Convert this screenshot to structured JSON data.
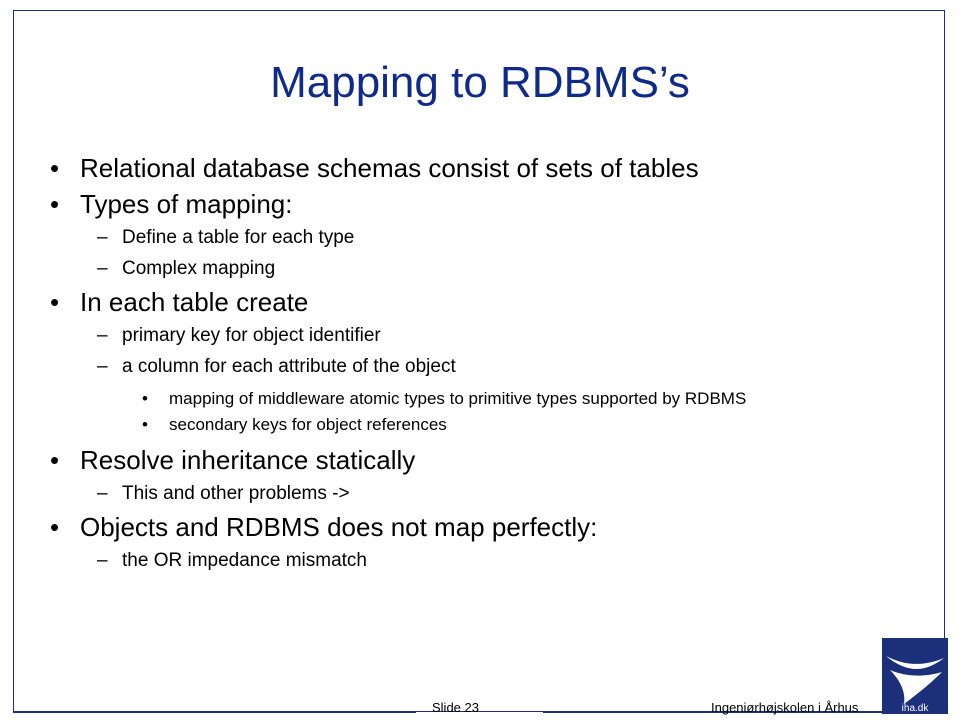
{
  "slide": {
    "title": "Mapping to RDBMS’s",
    "bullet_glyph": "•",
    "dash_glyph": "–",
    "items": [
      {
        "level": 1,
        "text": "Relational database schemas consist of sets of tables"
      },
      {
        "level": 1,
        "text": "Types of mapping:"
      },
      {
        "level": 2,
        "text": "Define a table for each type"
      },
      {
        "level": 2,
        "text": "Complex mapping"
      },
      {
        "level": 1,
        "text": "In each table create"
      },
      {
        "level": 2,
        "text": "primary key for object identifier"
      },
      {
        "level": 2,
        "text": "a column for each attribute of the object"
      },
      {
        "level": 3,
        "text": "mapping of middleware atomic types to primitive types supported by RDBMS"
      },
      {
        "level": 3,
        "text": "secondary keys for object references"
      },
      {
        "level": 1,
        "text": "Resolve inheritance statically"
      },
      {
        "level": 2,
        "text": "This and other problems ->"
      },
      {
        "level": 1,
        "text": "Objects and RDBMS does not map perfectly:"
      },
      {
        "level": 2,
        "text": "the OR impedance mismatch"
      }
    ]
  },
  "footer": {
    "slide_number": "Slide 23",
    "school_name": "Ingeniørhøjskolen i Århus",
    "logo_text": "iha.dk"
  },
  "colors": {
    "title": "#0f2a8a",
    "frame": "#1c2f7a",
    "logo": "#1c2f7a"
  }
}
